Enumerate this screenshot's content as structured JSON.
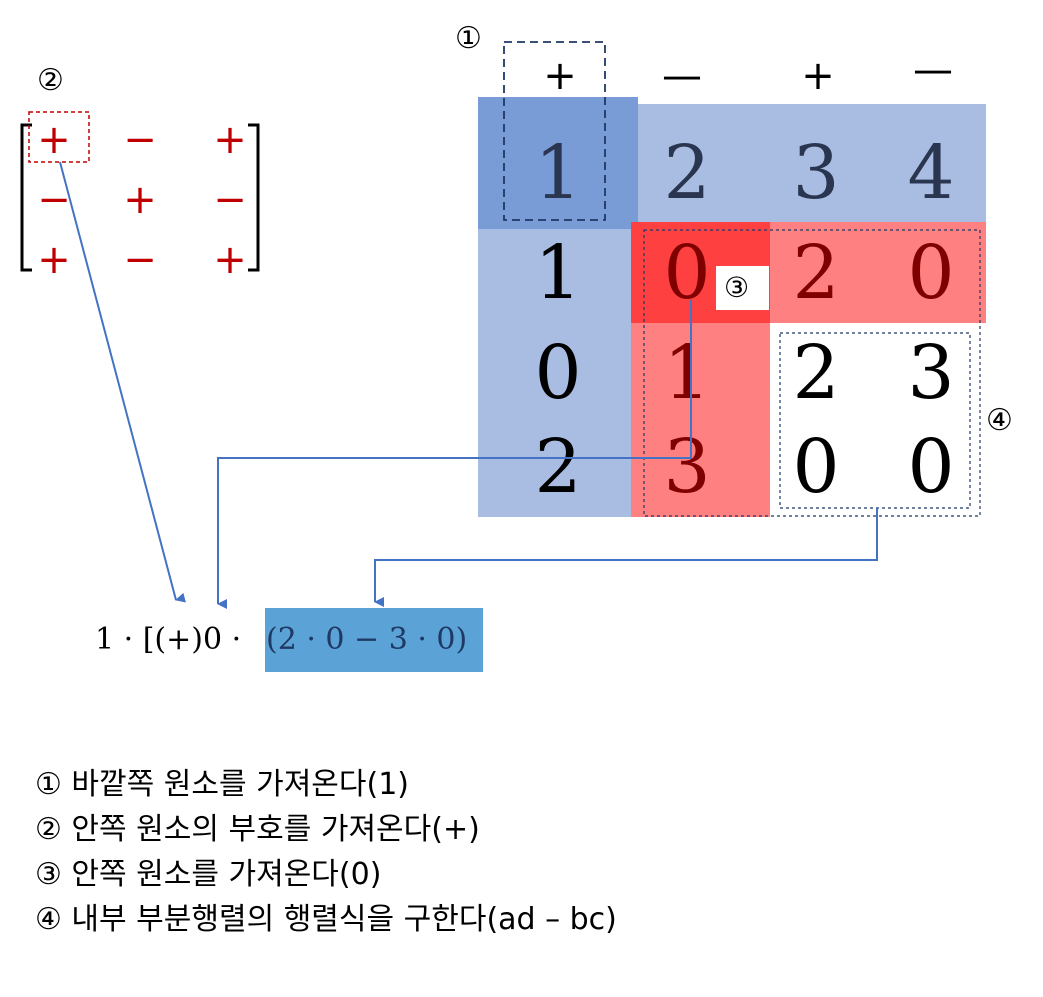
{
  "markers": {
    "m1": "①",
    "m2": "②",
    "m3": "③",
    "m4": "④"
  },
  "sign_matrix": [
    [
      "+",
      "−",
      "+"
    ],
    [
      "−",
      "+",
      "−"
    ],
    [
      "+",
      "−",
      "+"
    ]
  ],
  "column_signs": [
    "+",
    "—",
    "+",
    "—"
  ],
  "matrix": [
    [
      "1",
      "2",
      "3",
      "4"
    ],
    [
      "1",
      "0",
      "2",
      "0"
    ],
    [
      "0",
      "1",
      "2",
      "3"
    ],
    [
      "2",
      "3",
      "0",
      "0"
    ]
  ],
  "formula": {
    "prefix": "1 · [(+)0 · ",
    "highlight": "(2 · 0 − 3 · 0)"
  },
  "steps": [
    "① 바깥쪽 원소를 가져온다(1)",
    "② 안쪽 원소의 부호를 가져온다(+)",
    "③ 안쪽 원소를 가져온다(0)",
    "④ 내부 부분행렬의 행렬식을 구한다(ad – bc)"
  ],
  "colors": {
    "blue_light": "#a9bde3",
    "blue_dark": "#7a9cd6",
    "red_light": "#ff8080",
    "red_dark": "#ff4040",
    "arrow": "#4472c4",
    "formula_bg": "#5ba3d6",
    "sign_red": "#c00000"
  }
}
